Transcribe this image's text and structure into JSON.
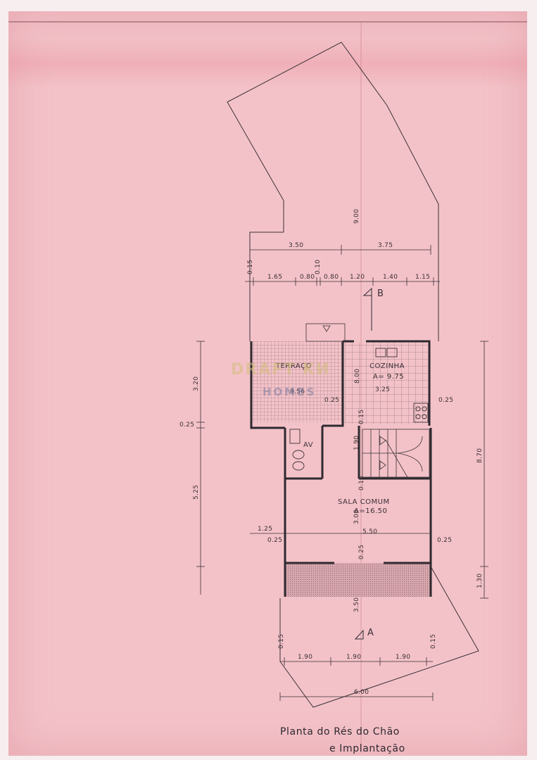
{
  "drawing": {
    "title_line1": "Planta do Rés do Chão",
    "title_line2": "e Implantação",
    "section_a": "A",
    "section_b": "B"
  },
  "watermark": {
    "brand": "DRAFT KИ",
    "sub": "HOMES"
  },
  "rooms": {
    "terrace": {
      "name": "TERRAÇO",
      "area": "9.56"
    },
    "kitchen": {
      "name": "COZINHA",
      "area": "A= 9.75",
      "width": "3.25"
    },
    "wc": {
      "name": "AV"
    },
    "living": {
      "name": "SALA COMUM",
      "area": "A=16.50"
    }
  },
  "dimensions": {
    "top_total_left": "3.50",
    "top_total_right": "3.75",
    "site_depth": "9.00",
    "top_chain": [
      "0.15",
      "1.65",
      "0.80",
      "0.10",
      "0.80",
      "1.20",
      "1.40",
      "1.15"
    ],
    "left_chain": [
      "3.20",
      "0.25",
      "5.25"
    ],
    "right_chain": [
      "8.70",
      "1.30"
    ],
    "inner": {
      "terrace_wall": "0.25",
      "kitchen_depth": "8.00",
      "kitchen_right": "0.25",
      "kitchen_wall": "0.15",
      "stair_depth": "1.90",
      "stair_wall": "0.15",
      "living_depth": "3.00",
      "living_wall_left": "1.25",
      "living_width": "5.50",
      "wall_left": "0.25",
      "wall_right": "0.25",
      "porch_wall": "0.25",
      "front_depth": "3.50"
    },
    "bottom_chain": [
      "0.15",
      "1.90",
      "1.90",
      "1.90",
      "0.15"
    ],
    "bottom_total": "6.00"
  }
}
